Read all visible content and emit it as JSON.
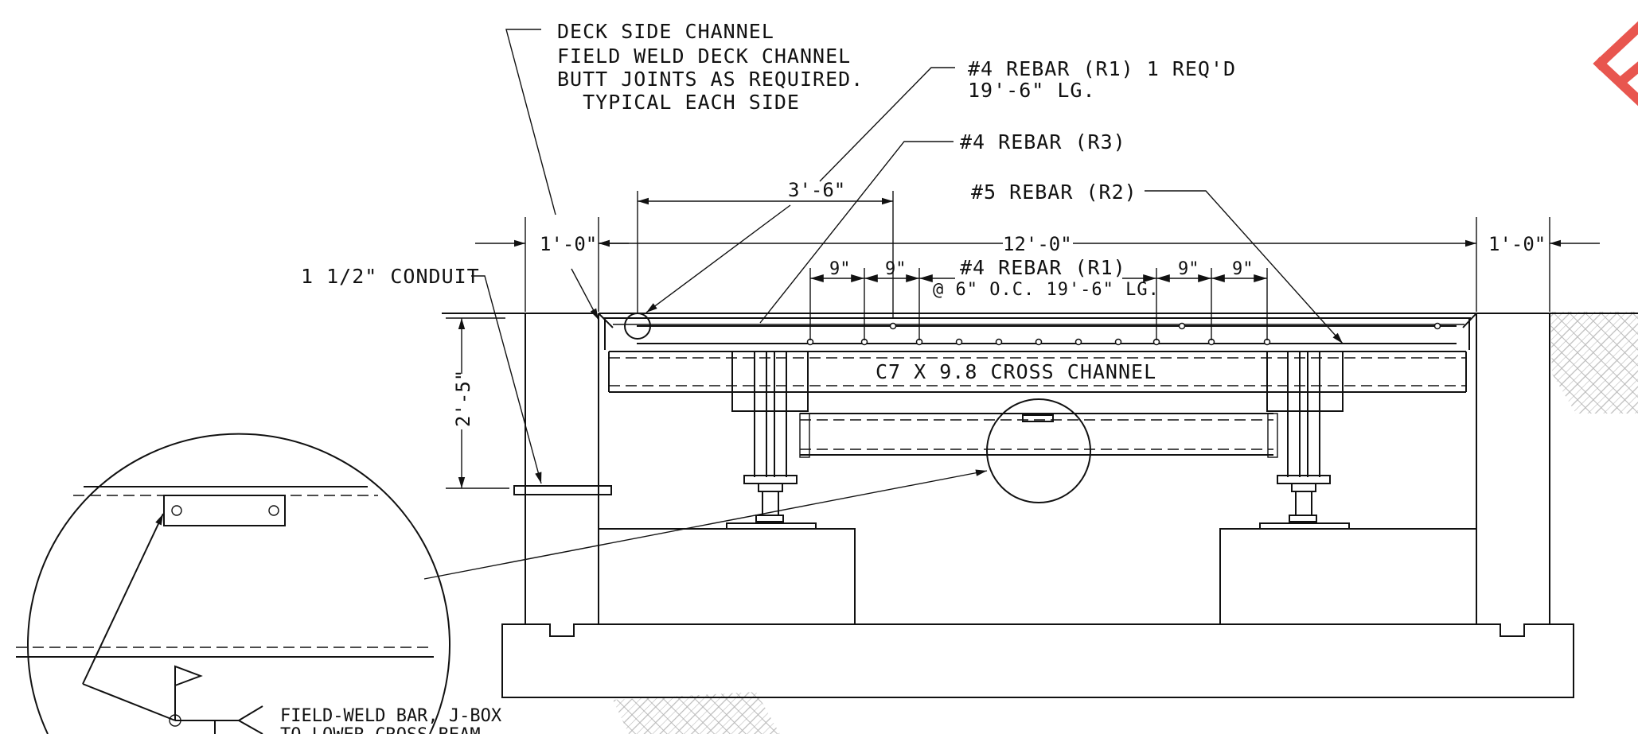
{
  "labels": {
    "deck_side_channel": [
      "DECK SIDE CHANNEL",
      "FIELD WELD DECK CHANNEL",
      "BUTT JOINTS AS REQUIRED.",
      "  TYPICAL EACH SIDE"
    ],
    "rebar_r1_top": [
      "#4 REBAR (R1) 1 REQ'D",
      "19'-6\" LG."
    ],
    "rebar_r3": "#4 REBAR (R3)",
    "rebar_r2": "#5 REBAR (R2)",
    "conduit": "1 1/2\" CONDUIT",
    "rebar_r1_mid": [
      "#4 REBAR (R1)",
      "@ 6\" O.C. 19'-6\" LG."
    ],
    "cross_channel": "C7 X 9.8 CROSS CHANNEL",
    "field_weld": [
      "FIELD-WELD BAR, J-BOX",
      "TO LOWER CROSS BEAM"
    ]
  },
  "dimensions": {
    "d_3_6": "3'-6\"",
    "d_1_0_left": "1'-0\"",
    "d_12_0": "12'-0\"",
    "d_1_0_right": "1'-0\"",
    "d_2_5": "2'-5\"",
    "d_9": "9\""
  },
  "colors": {
    "line": "#111111",
    "stamp": "#e8564f",
    "background": "#ffffff"
  }
}
